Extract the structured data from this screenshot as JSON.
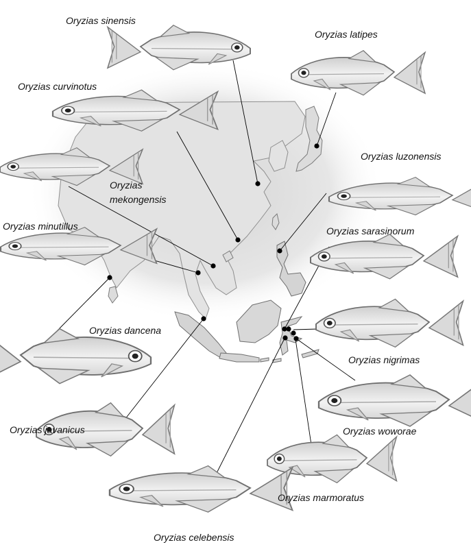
{
  "species": [
    {
      "id": "sinensis",
      "name": "Oryzias sinensis"
    },
    {
      "id": "latipes",
      "name": "Oryzias latipes"
    },
    {
      "id": "curvinotus",
      "name": "Oryzias curvinotus"
    },
    {
      "id": "luzonensis",
      "name": "Oryzias luzonensis"
    },
    {
      "id": "mekongensis",
      "name": "Oryzias mekongensis",
      "lines": [
        "Oryzias",
        "mekongensis"
      ]
    },
    {
      "id": "minutillus",
      "name": "Oryzias minutillus"
    },
    {
      "id": "sarasinorum",
      "name": "Oryzias sarasinorum"
    },
    {
      "id": "dancena",
      "name": "Oryzias dancena"
    },
    {
      "id": "nigrimas",
      "name": "Oryzias nigrimas"
    },
    {
      "id": "javanicus",
      "name": "Oryzias javanicus"
    },
    {
      "id": "woworae",
      "name": "Oryzias woworae"
    },
    {
      "id": "marmoratus",
      "name": "Oryzias marmoratus"
    },
    {
      "id": "celebensis",
      "name": "Oryzias celebensis"
    }
  ],
  "colors": {
    "land": "#e3e3e3",
    "land_dark": "#cfcfcf",
    "water": "#ffffff",
    "dot": "#000000",
    "leader": "#000000",
    "fish_body": "#eeeeee",
    "fish_outline": "#6e6e6e"
  }
}
